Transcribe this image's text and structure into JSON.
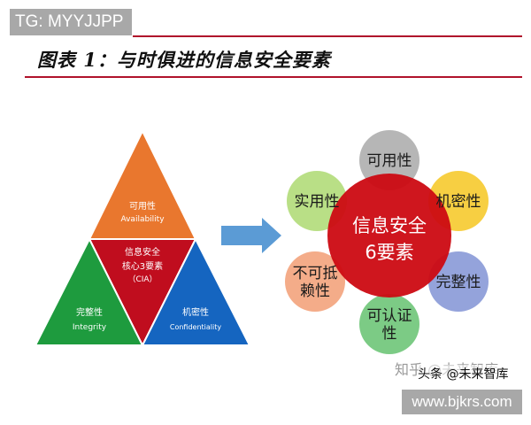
{
  "watermark_tg": "TG: MYYJJPP",
  "title": "图表 1：与时俱进的信息安全要素",
  "triangle": {
    "top": {
      "line1": "可用性",
      "line2": "Availability",
      "color": "#e9772e"
    },
    "center": {
      "line1": "信息安全",
      "line2": "核心3要素",
      "line3": "（CIA）",
      "color": "#c00d1e"
    },
    "left": {
      "line1": "完整性",
      "line2": "Integrity",
      "color": "#1e9b3e"
    },
    "right": {
      "line1": "机密性",
      "line2": "Confidentiality",
      "color": "#1565c0"
    }
  },
  "arrow_color": "#5b9bd5",
  "cluster": {
    "center": {
      "line1": "信息安全",
      "line2": "6要素",
      "color": "#cc0a12"
    },
    "petals": [
      {
        "id": "availability",
        "lines": [
          "可用性"
        ],
        "color": "#a6a6a6"
      },
      {
        "id": "confidentiality",
        "lines": [
          "机密性"
        ],
        "color": "#f5c518"
      },
      {
        "id": "integrity",
        "lines": [
          "完整性"
        ],
        "color": "#7c8fd3"
      },
      {
        "id": "authenticity",
        "lines": [
          "可认证",
          "性"
        ],
        "color": "#5fbf6a"
      },
      {
        "id": "non-repudiation",
        "lines": [
          "不可抵",
          "赖性"
        ],
        "color": "#f29a6f"
      },
      {
        "id": "utility",
        "lines": [
          "实用性"
        ],
        "color": "#a9d86b"
      }
    ]
  },
  "watermark_zhihu": "知乎 @未来智库",
  "watermark_toutiao": "头条 @未来智库",
  "site_url": "www.bjkrs.com"
}
